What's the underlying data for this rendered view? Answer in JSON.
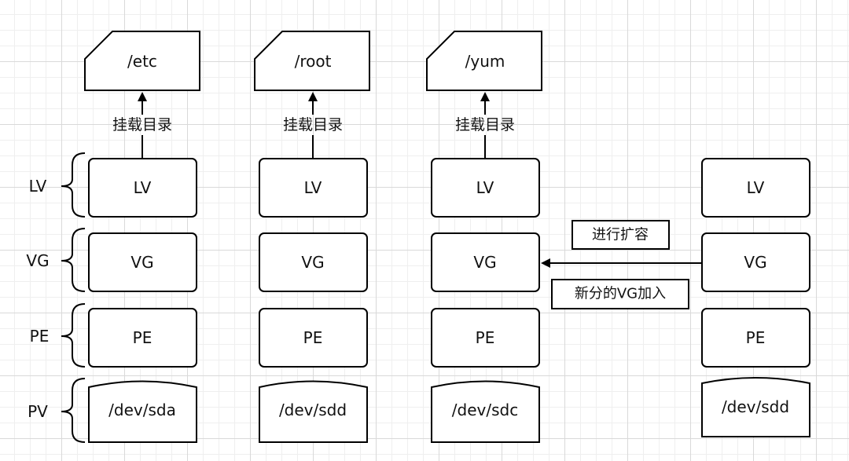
{
  "side_labels": {
    "lv": "LV",
    "vg": "VG",
    "pe": "PE",
    "pv": "PV"
  },
  "columns": [
    {
      "dir": "/etc",
      "mount": "挂载目录",
      "lv": "LV",
      "vg": "VG",
      "pe": "PE",
      "pv": "/dev/sda"
    },
    {
      "dir": "/root",
      "mount": "挂载目录",
      "lv": "LV",
      "vg": "VG",
      "pe": "PE",
      "pv": "/dev/sdd"
    },
    {
      "dir": "/yum",
      "mount": "挂载目录",
      "lv": "LV",
      "vg": "VG",
      "pe": "PE",
      "pv": "/dev/sdc"
    },
    {
      "lv": "LV",
      "vg": "VG",
      "pe": "PE",
      "pv": "/dev/sdd"
    }
  ],
  "notes": {
    "expand": "进行扩容",
    "join": "新分的VG加入"
  }
}
